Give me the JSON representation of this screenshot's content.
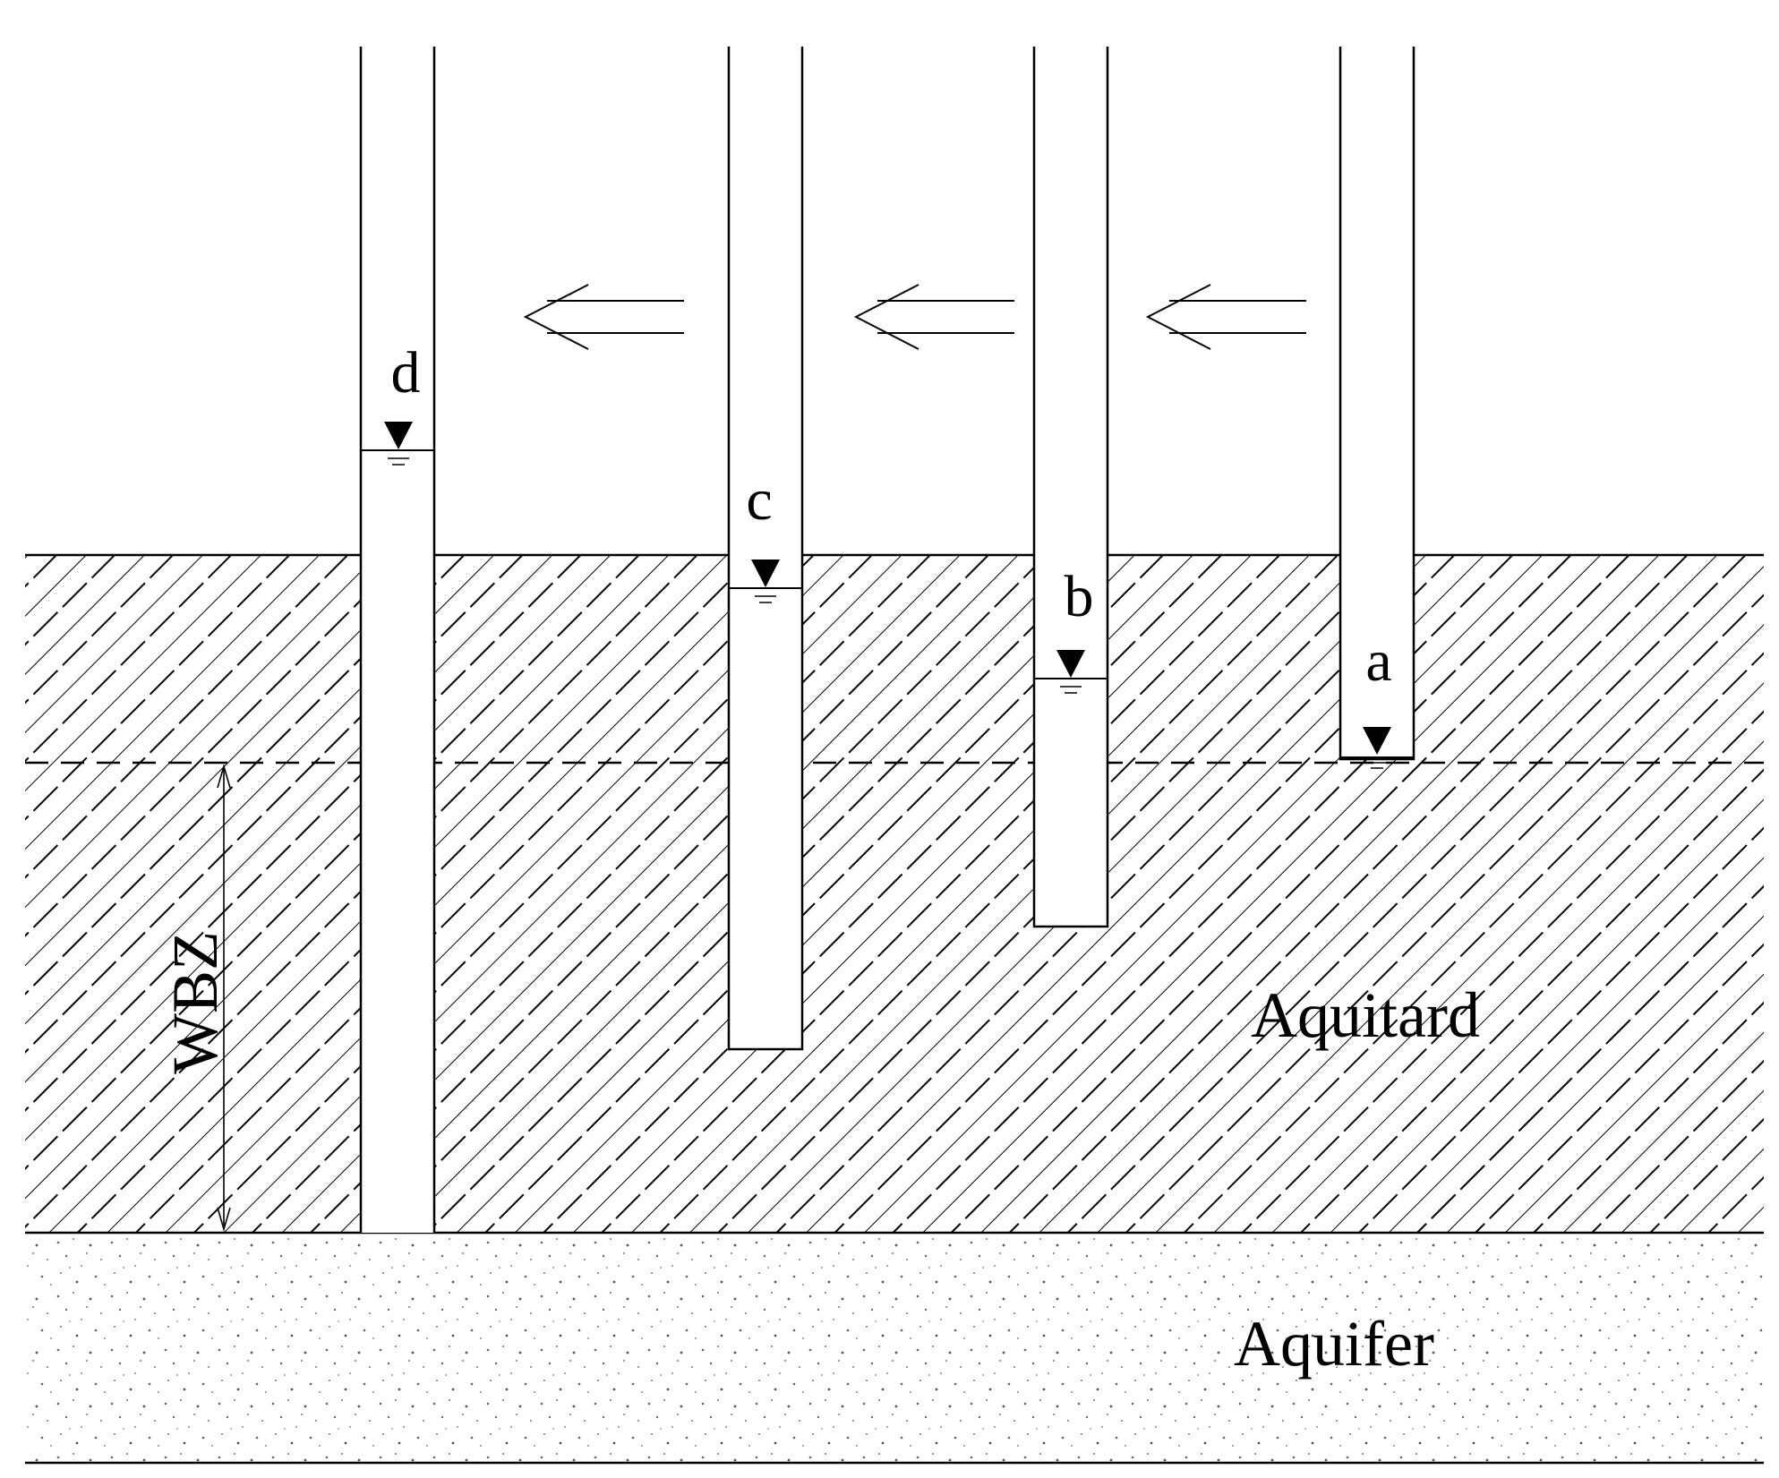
{
  "diagram": {
    "labels": {
      "aquitard": "Aquitard",
      "aquifer": "Aquifer",
      "wbz": "WBZ"
    },
    "piezometers": [
      {
        "id": "d",
        "label": "d"
      },
      {
        "id": "c",
        "label": "c"
      },
      {
        "id": "b",
        "label": "b"
      },
      {
        "id": "a",
        "label": "a"
      }
    ]
  }
}
